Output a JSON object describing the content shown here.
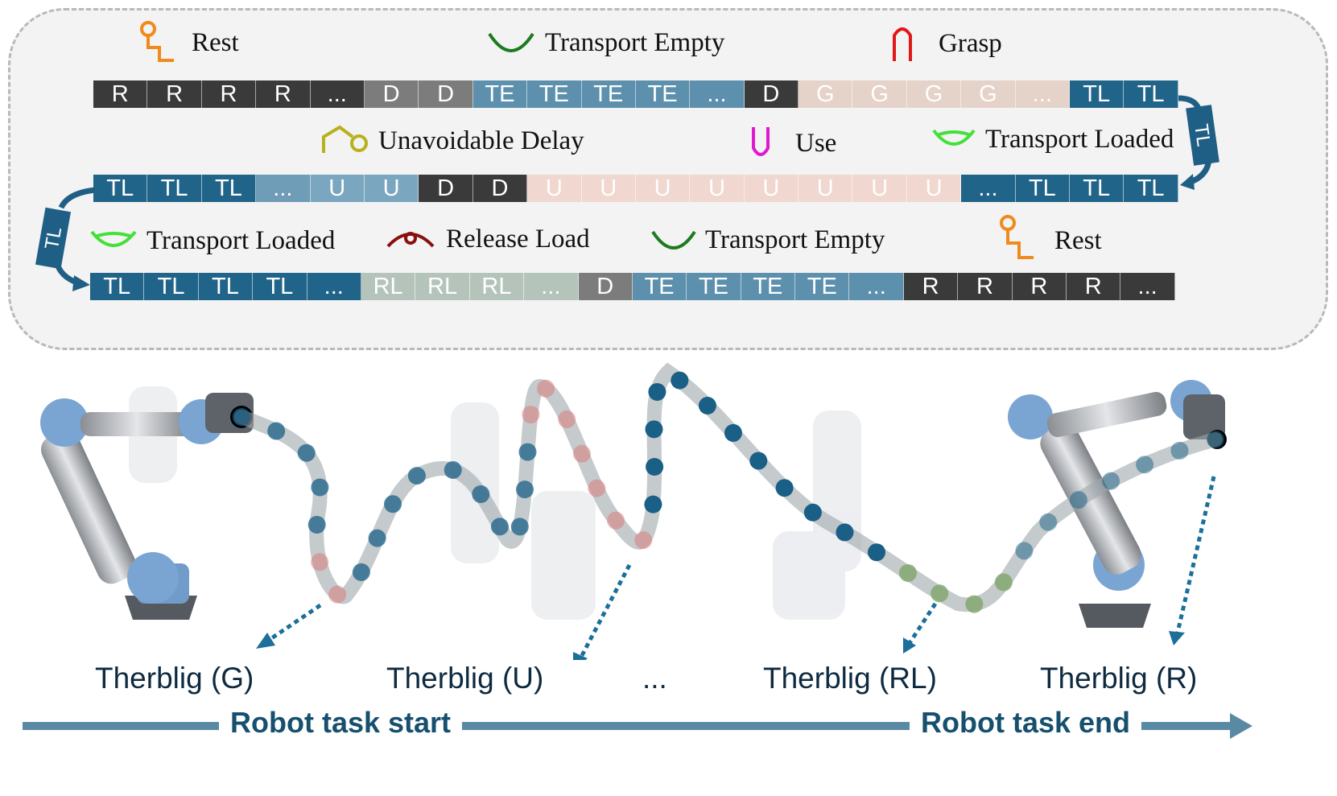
{
  "colors": {
    "R": "#3a3a3a",
    "D": "#7c7c7c",
    "TE": "#5c90ad",
    "G": "#e5d2c8",
    "TL": "#21648a",
    "TLlight": "#6f9cb6",
    "U": "#7aa6c0",
    "Upale": "#f0d7cf",
    "RL": "#b5c4bb",
    "trackBlue": "#16506e",
    "dotBlue": "#1a5f85",
    "dotRed": "#d97b7b",
    "dotGreen": "#7ea56a"
  },
  "legend_row1": [
    {
      "icon": "rest-icon",
      "label": "Rest"
    },
    {
      "icon": "transport-empty-icon",
      "label": "Transport Empty"
    },
    {
      "icon": "grasp-icon",
      "label": "Grasp"
    }
  ],
  "legend_row2": [
    {
      "icon": "unavoidable-delay-icon",
      "label": "Unavoidable Delay"
    },
    {
      "icon": "use-icon",
      "label": "Use"
    },
    {
      "icon": "transport-loaded-icon",
      "label": "Transport Loaded"
    }
  ],
  "legend_row3": [
    {
      "icon": "transport-loaded-icon",
      "label": "Transport Loaded"
    },
    {
      "icon": "release-load-icon",
      "label": "Release Load"
    },
    {
      "icon": "transport-empty-icon",
      "label": "Transport Empty"
    },
    {
      "icon": "rest-icon",
      "label": "Rest"
    }
  ],
  "row1": [
    {
      "t": "R",
      "c": "R"
    },
    {
      "t": "R",
      "c": "R"
    },
    {
      "t": "R",
      "c": "R"
    },
    {
      "t": "R",
      "c": "R"
    },
    {
      "t": "...",
      "c": "R"
    },
    {
      "t": "D",
      "c": "D"
    },
    {
      "t": "D",
      "c": "D"
    },
    {
      "t": "TE",
      "c": "TE"
    },
    {
      "t": "TE",
      "c": "TE"
    },
    {
      "t": "TE",
      "c": "TE"
    },
    {
      "t": "TE",
      "c": "TE"
    },
    {
      "t": "...",
      "c": "TE"
    },
    {
      "t": "D",
      "c": "R"
    },
    {
      "t": "G",
      "c": "G"
    },
    {
      "t": "G",
      "c": "G"
    },
    {
      "t": "G",
      "c": "G"
    },
    {
      "t": "G",
      "c": "G"
    },
    {
      "t": "...",
      "c": "G"
    },
    {
      "t": "TL",
      "c": "TL"
    },
    {
      "t": "TL",
      "c": "TL"
    }
  ],
  "row2": [
    {
      "t": "TL",
      "c": "TL"
    },
    {
      "t": "TL",
      "c": "TL"
    },
    {
      "t": "TL",
      "c": "TL"
    },
    {
      "t": "...",
      "c": "TLlight"
    },
    {
      "t": "U",
      "c": "U"
    },
    {
      "t": "U",
      "c": "U"
    },
    {
      "t": "D",
      "c": "R"
    },
    {
      "t": "D",
      "c": "R"
    },
    {
      "t": "U",
      "c": "Upale"
    },
    {
      "t": "U",
      "c": "Upale"
    },
    {
      "t": "U",
      "c": "Upale"
    },
    {
      "t": "U",
      "c": "Upale"
    },
    {
      "t": "U",
      "c": "Upale"
    },
    {
      "t": "U",
      "c": "Upale"
    },
    {
      "t": "U",
      "c": "Upale"
    },
    {
      "t": "U",
      "c": "Upale"
    },
    {
      "t": "...",
      "c": "TL"
    },
    {
      "t": "TL",
      "c": "TL"
    },
    {
      "t": "TL",
      "c": "TL"
    },
    {
      "t": "TL",
      "c": "TL"
    }
  ],
  "row3": [
    {
      "t": "TL",
      "c": "TL"
    },
    {
      "t": "TL",
      "c": "TL"
    },
    {
      "t": "TL",
      "c": "TL"
    },
    {
      "t": "TL",
      "c": "TL"
    },
    {
      "t": "...",
      "c": "TL"
    },
    {
      "t": "RL",
      "c": "RL"
    },
    {
      "t": "RL",
      "c": "RL"
    },
    {
      "t": "RL",
      "c": "RL"
    },
    {
      "t": "...",
      "c": "RL"
    },
    {
      "t": "D",
      "c": "D"
    },
    {
      "t": "TE",
      "c": "TE"
    },
    {
      "t": "TE",
      "c": "TE"
    },
    {
      "t": "TE",
      "c": "TE"
    },
    {
      "t": "TE",
      "c": "TE"
    },
    {
      "t": "...",
      "c": "TE"
    },
    {
      "t": "R",
      "c": "R"
    },
    {
      "t": "R",
      "c": "R"
    },
    {
      "t": "R",
      "c": "R"
    },
    {
      "t": "R",
      "c": "R"
    },
    {
      "t": "...",
      "c": "R"
    }
  ],
  "connector": "TL",
  "stages": [
    {
      "label": "Therblig (G)"
    },
    {
      "label": "Therblig (U)"
    },
    {
      "label": "..."
    },
    {
      "label": "Therblig (RL)"
    },
    {
      "label": "Therblig (R)"
    }
  ],
  "timeline": {
    "start": "Robot task start",
    "end": "Robot task end"
  }
}
